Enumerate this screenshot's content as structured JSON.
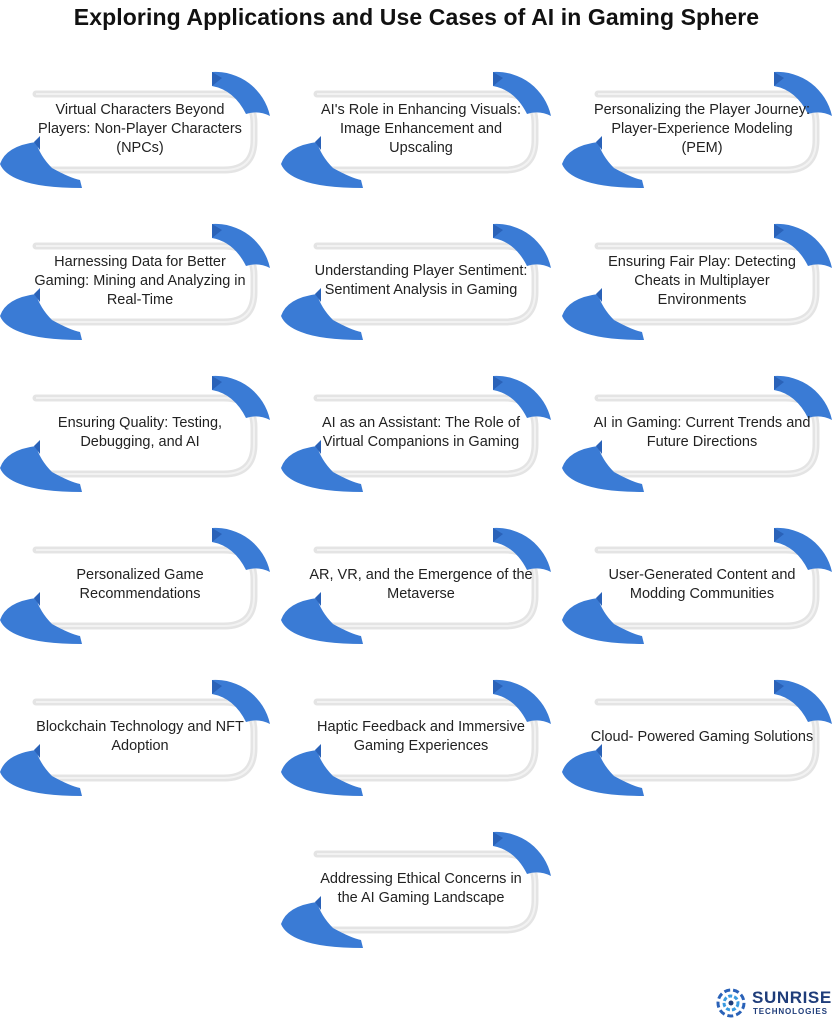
{
  "title": "Exploring Applications and Use Cases of AI in Gaming Sphere",
  "colors": {
    "accent": "#3a7bd5",
    "accent_dark": "#2a62b8",
    "card_stroke": "#e4e4e4",
    "text": "#222222"
  },
  "cards": [
    {
      "label": "Virtual Characters Beyond Players: Non-Player Characters (NPCs)"
    },
    {
      "label": "AI's Role in Enhancing Visuals: Image Enhancement and Upscaling"
    },
    {
      "label": "Personalizing the Player Journey: Player-Experience Modeling (PEM)"
    },
    {
      "label": "Harnessing Data for Better Gaming: Mining and Analyzing in Real-Time"
    },
    {
      "label": "Understanding Player Sentiment: Sentiment Analysis in Gaming"
    },
    {
      "label": "Ensuring Fair Play: Detecting Cheats in Multiplayer Environments"
    },
    {
      "label": "Ensuring Quality: Testing, Debugging, and AI"
    },
    {
      "label": "AI as an Assistant: The Role of Virtual Companions in Gaming"
    },
    {
      "label": "AI in Gaming: Current Trends and Future Directions"
    },
    {
      "label": "Personalized Game Recommendations"
    },
    {
      "label": "AR, VR, and the Emergence of the Metaverse"
    },
    {
      "label": "User-Generated Content and Modding Communities"
    },
    {
      "label": "Blockchain Technology and NFT Adoption"
    },
    {
      "label": "Haptic Feedback and Immersive Gaming Experiences"
    },
    {
      "label": "Cloud- Powered Gaming Solutions"
    },
    {
      "label": "Addressing Ethical Concerns in the AI Gaming Landscape"
    }
  ],
  "logo": {
    "name": "SUNRISE",
    "sub": "TECHNOLOGIES"
  }
}
